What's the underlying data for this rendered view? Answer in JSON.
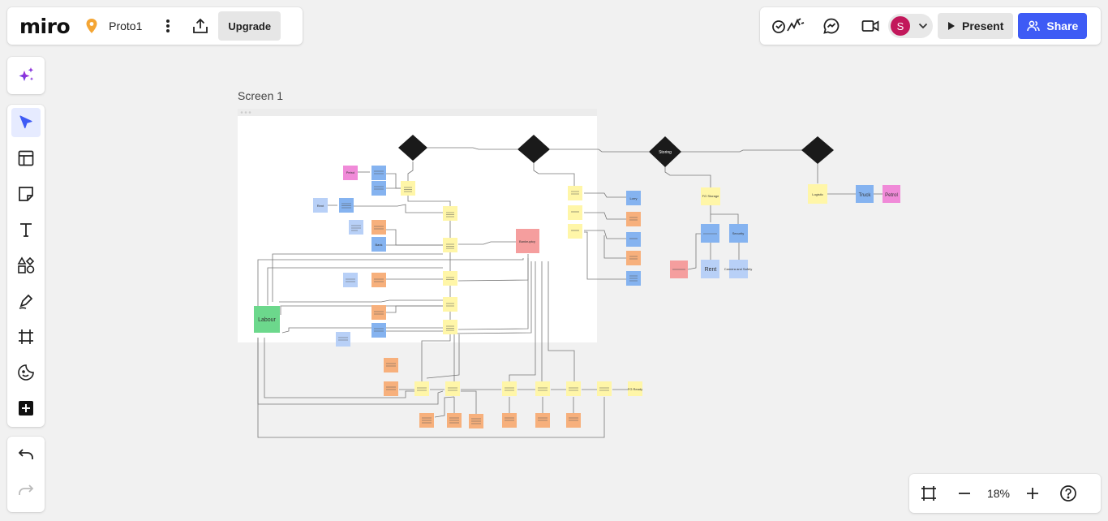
{
  "app": {
    "logo": "miro"
  },
  "board": {
    "title": "Proto1"
  },
  "topbar": {
    "upgrade_label": "Upgrade"
  },
  "toolbar_right": {
    "avatar_initial": "S",
    "present_label": "Present",
    "share_label": "Share"
  },
  "zoom": {
    "value": "18%"
  },
  "frame": {
    "label": "Screen 1"
  },
  "diagram": {
    "stickies": {
      "labour": "Labour",
      "bankruptcy": "Bankruptcy",
      "petrol_left": "Petrol",
      "rent_left": "Rent",
      "bank": "Bank",
      "fg_storage": "FG Storage",
      "rent_right": "Rent",
      "security": "Security",
      "camera": "Camera and Safety",
      "logistic": "Logistic",
      "truck": "Truck",
      "petrol_right": "Petrol",
      "fg_ready": "FG Ready",
      "lorry": "Lorry"
    },
    "diamonds": {
      "d3": "Storing"
    }
  },
  "colors": {
    "accent": "#3e5bf5",
    "sticky_yellow": "#fff6a8",
    "sticky_orange": "#f7b07c",
    "sticky_blue": "#85b3f0",
    "sticky_lightblue": "#b8d0f7",
    "sticky_pink": "#f08ad8",
    "sticky_red": "#f59e9e",
    "sticky_green": "#6cd88c"
  },
  "icons": [
    "location-pin-icon",
    "more-vertical-icon",
    "export-icon",
    "reactions-icon",
    "chat-icon",
    "video-icon",
    "chevron-down-icon",
    "play-icon",
    "share-users-icon",
    "ai-sparkle-icon",
    "cursor-icon",
    "templates-icon",
    "sticky-note-icon",
    "text-icon",
    "shapes-icon",
    "pen-icon",
    "frame-icon",
    "stickers-icon",
    "plus-square-icon",
    "undo-icon",
    "redo-icon",
    "fit-screen-icon",
    "zoom-out-icon",
    "zoom-in-icon",
    "help-icon"
  ]
}
